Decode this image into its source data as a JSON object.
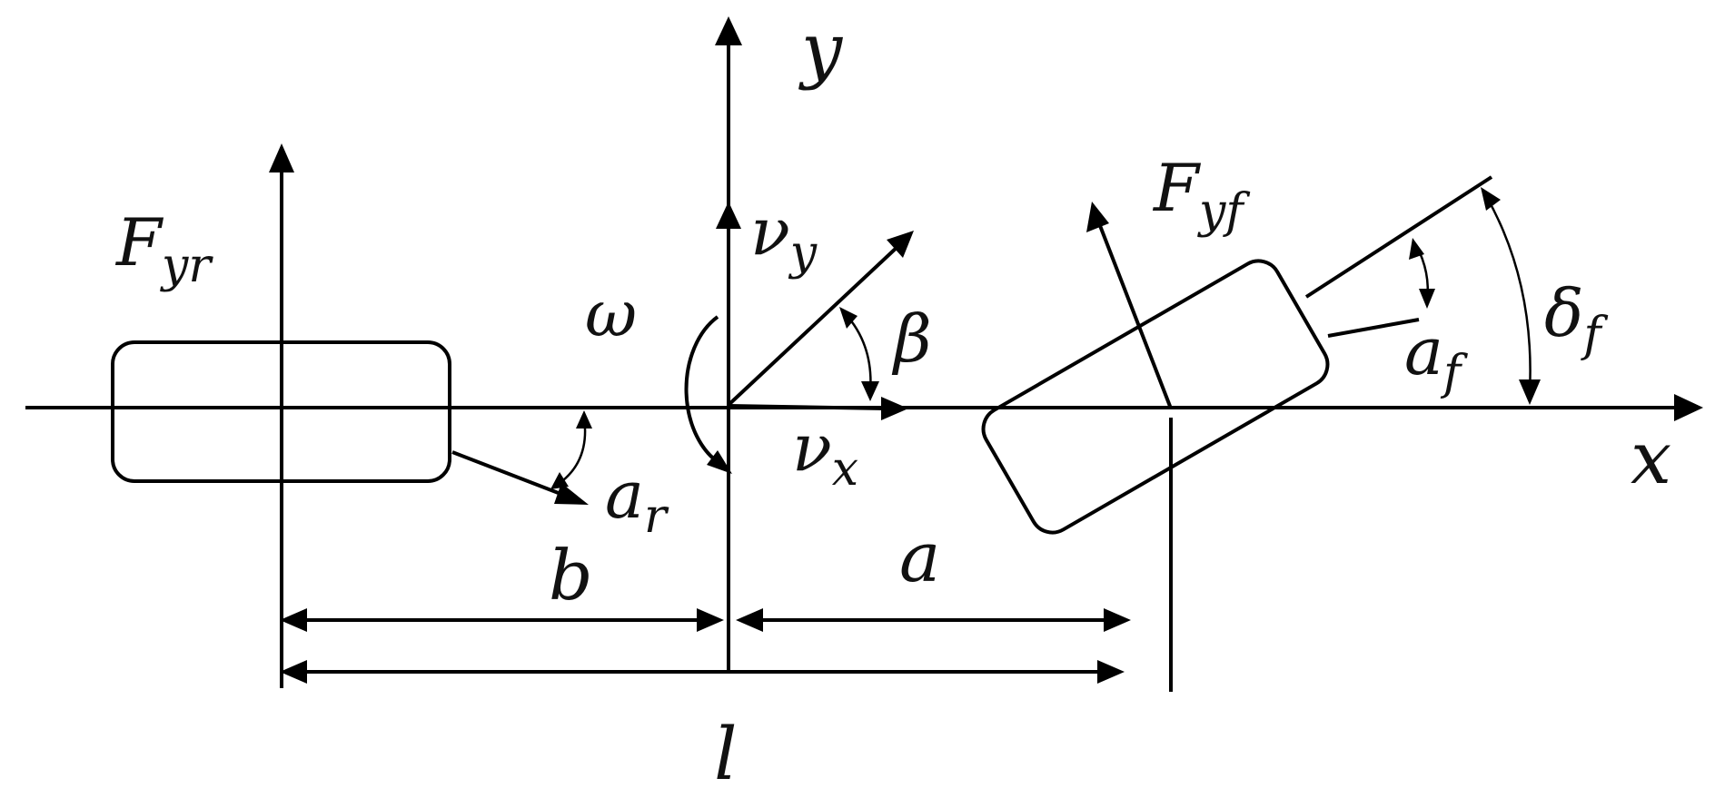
{
  "labels": {
    "y_axis": "y",
    "x_axis": "x",
    "rear_force_main": "F",
    "rear_force_sub": "yr",
    "front_force_main": "F",
    "front_force_sub": "yf",
    "vy_main": "ν",
    "vy_sub": "y",
    "vx_main": "ν",
    "vx_sub": "x",
    "omega": "ω",
    "beta": "β",
    "alpha_r_main": "a",
    "alpha_r_sub": "r",
    "alpha_f_main": "a",
    "alpha_f_sub": "f",
    "delta_f_main": "δ",
    "delta_f_sub": "f",
    "dim_a": "a",
    "dim_b": "b",
    "dim_l": "l"
  },
  "colors": {
    "stroke": "#000000",
    "text": "#111111",
    "background": "#ffffff"
  }
}
